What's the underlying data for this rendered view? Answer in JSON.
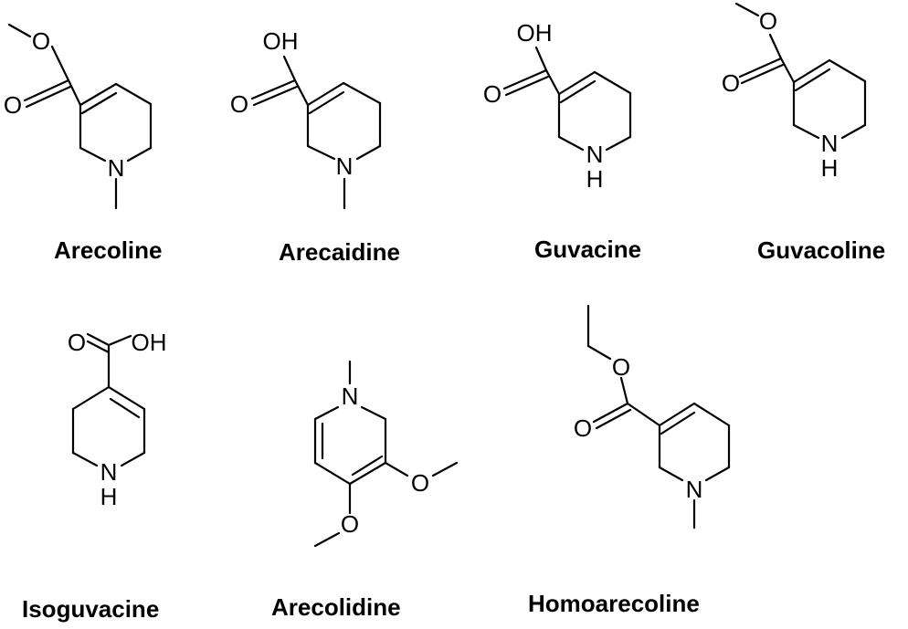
{
  "compounds": [
    {
      "id": "arecoline",
      "name": "Arecoline",
      "atoms": {
        "o_ester": "O",
        "o_carbonyl": "O",
        "n": "N"
      }
    },
    {
      "id": "arecaidine",
      "name": "Arecaidine",
      "atoms": {
        "oh": "OH",
        "o_carbonyl": "O",
        "n": "N"
      }
    },
    {
      "id": "guvacine",
      "name": "Guvacine",
      "atoms": {
        "oh": "OH",
        "o_carbonyl": "O",
        "n": "N",
        "h": "H"
      }
    },
    {
      "id": "guvacoline",
      "name": "Guvacoline",
      "atoms": {
        "o_ester": "O",
        "o_carbonyl": "O",
        "n": "N",
        "h": "H"
      }
    },
    {
      "id": "isoguvacine",
      "name": "Isoguvacine",
      "atoms": {
        "o_carbonyl": "O",
        "oh": "OH",
        "n": "N",
        "h": "H"
      }
    },
    {
      "id": "arecolidine",
      "name": "Arecolidine",
      "atoms": {
        "n": "N",
        "o_right": "O",
        "o_bottom": "O"
      }
    },
    {
      "id": "homoarecoline",
      "name": "Homoarecoline",
      "atoms": {
        "o_ester": "O",
        "o_carbonyl": "O",
        "n": "N"
      }
    }
  ]
}
